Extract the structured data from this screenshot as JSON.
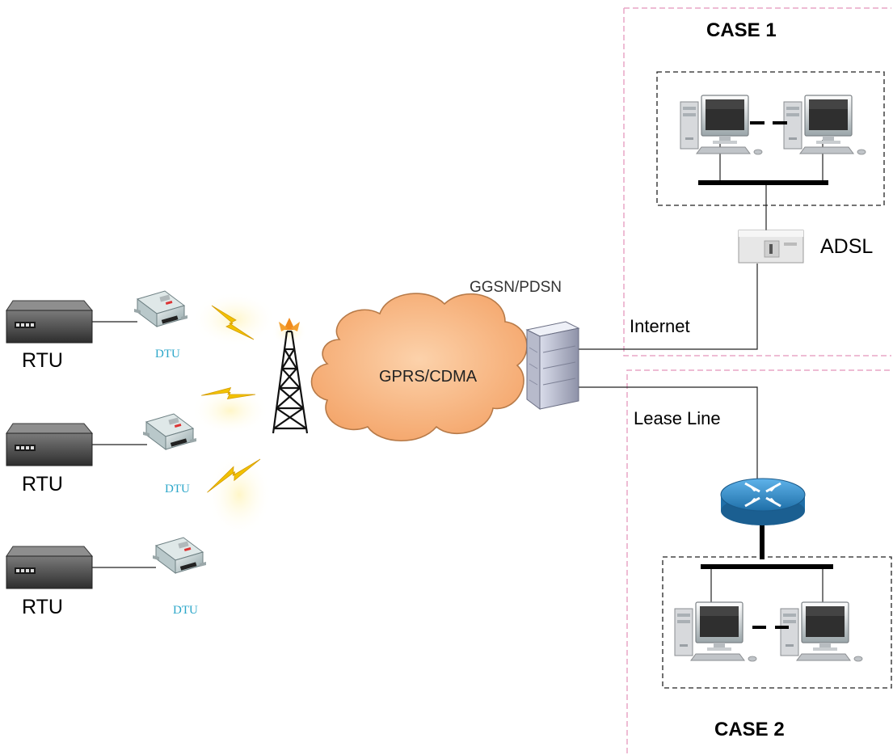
{
  "case1_label": "CASE 1",
  "case2_label": "CASE 2",
  "adsl_label": "ADSL",
  "internet_label": "Internet",
  "lease_line_label": "Lease Line",
  "ggsn_label": "GGSN/PDSN",
  "cloud_label": "GPRS/CDMA",
  "rtu_labels": [
    "RTU",
    "RTU",
    "RTU"
  ],
  "dtu_labels": [
    "DTU",
    "DTU",
    "DTU"
  ],
  "colors": {
    "case_border": "#e8a6c6",
    "cloud_fill": "#f9be8e",
    "lightning": "#f2c200",
    "router_blue": "#2f8fd0",
    "dtu_text": "#2aa6c9"
  },
  "icons": [
    "rtu-device-icon",
    "dtu-modem-icon",
    "cell-tower-icon",
    "wireless-lightning-icon",
    "cloud-icon",
    "server-icon",
    "computer-icon",
    "adsl-modem-icon",
    "router-icon"
  ]
}
